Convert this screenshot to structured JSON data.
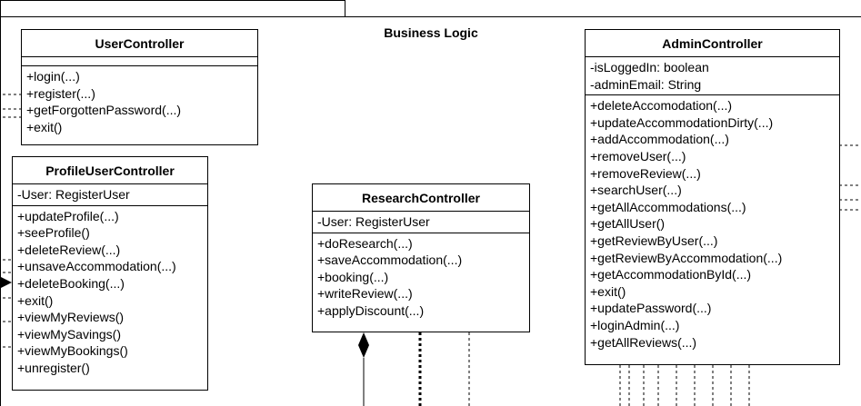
{
  "package": {
    "title": "Business Logic"
  },
  "classes": [
    {
      "id": "user",
      "name": "UserController",
      "attributes": [],
      "operations": [
        "+login(...)",
        "+register(...)",
        "+getForgottenPassword(...)",
        "+exit()"
      ]
    },
    {
      "id": "profile",
      "name": "ProfileUserController",
      "attributes": [
        "-User: RegisterUser"
      ],
      "operations": [
        "+updateProfile(...)",
        "+seeProfile()",
        "+deleteReview(...)",
        "+unsaveAccommodation(...)",
        "+deleteBooking(...)",
        "+exit()",
        "+viewMyReviews()",
        "+viewMySavings()",
        "+viewMyBookings()",
        "+unregister()"
      ]
    },
    {
      "id": "research",
      "name": "ResearchController",
      "attributes": [
        "-User: RegisterUser"
      ],
      "operations": [
        "+doResearch(...)",
        "+saveAccommodation(...)",
        "+booking(...)",
        "+writeReview(...)",
        "+applyDiscount(...)"
      ]
    },
    {
      "id": "admin",
      "name": "AdminController",
      "attributes": [
        "-isLoggedIn: boolean",
        "-adminEmail: String"
      ],
      "operations": [
        "+deleteAccomodation(...)",
        "+updateAccommodationDirty(...)",
        "+addAccommodation(...)",
        "+removeUser(...)",
        "+removeReview(...)",
        "+searchUser(...)",
        "+getAllAccommodations(...)",
        "+getAllUser()",
        "+getReviewByUser(...)",
        "+getReviewByAccommodation(...)",
        "+getAccommodationById(...)",
        "+exit()",
        "+updatePassword(...)",
        "+loginAdmin(...)",
        "+getAllReviews(...)"
      ]
    }
  ]
}
